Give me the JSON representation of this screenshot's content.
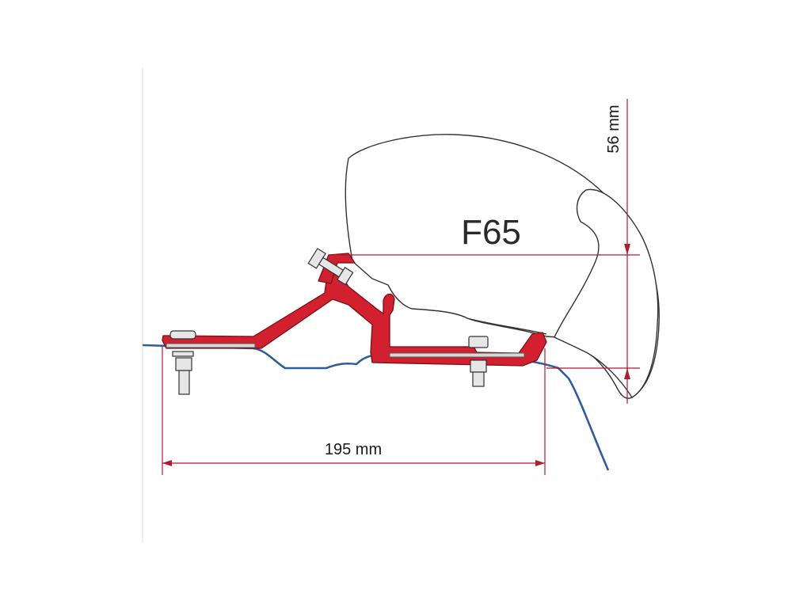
{
  "diagram": {
    "model_label": "F65",
    "dim_width_label": "195 mm",
    "dim_height_label": "56 mm",
    "colors": {
      "bracket": "#d3202f",
      "bracket_stroke": "#7a0f18",
      "roof": "#2f5d9a",
      "dimension": "#b01c30",
      "outline": "#333333",
      "hardware": "#e6e6e6"
    }
  }
}
